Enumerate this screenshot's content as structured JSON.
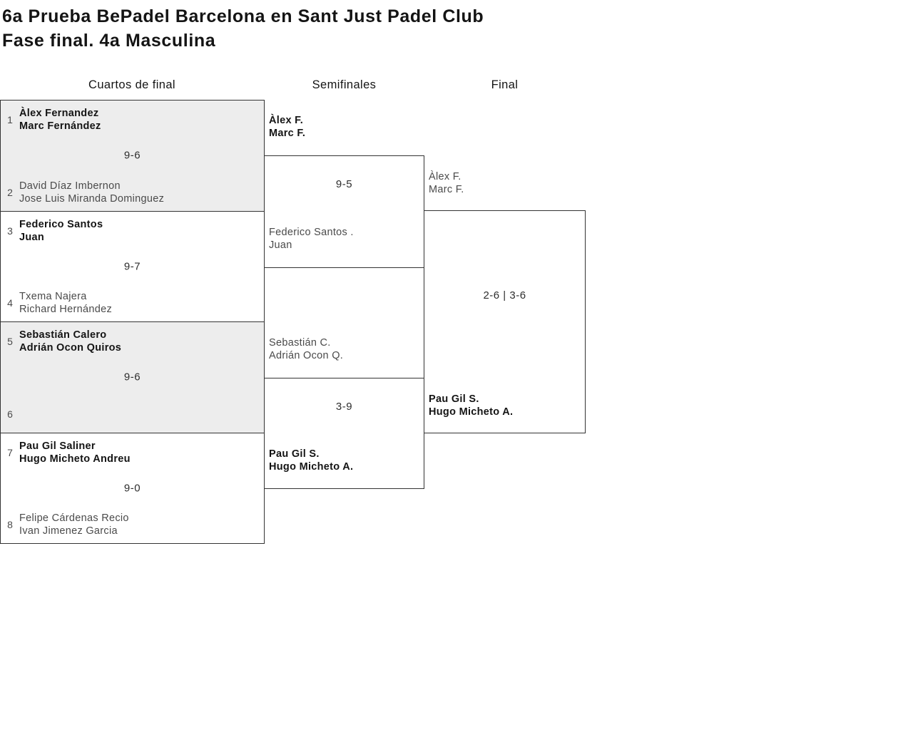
{
  "title": "6a Prueba BePadel Barcelona en Sant Just Padel Club",
  "subtitle": "Fase final. 4a Masculina",
  "rounds": [
    "Cuartos de final",
    "Semifinales",
    "Final"
  ],
  "colors": {
    "shaded_row": "#ededed",
    "border": "#333333",
    "winner_text": "#141414",
    "loser_text": "#4a4a4a"
  },
  "qf": [
    {
      "seed1": "1",
      "p1a": "Àlex Fernandez",
      "p1b": "Marc Fernández",
      "score": "9-6",
      "seed2": "2",
      "p2a": "David Díaz Imbernon",
      "p2b": "Jose Luis Miranda Dominguez"
    },
    {
      "seed1": "3",
      "p1a": "Federico Santos",
      "p1b": "Juan",
      "score": "9-7",
      "seed2": "4",
      "p2a": "Txema Najera",
      "p2b": "Richard Hernández"
    },
    {
      "seed1": "5",
      "p1a": "Sebastián Calero",
      "p1b": "Adrián Ocon Quiros",
      "score": "9-6",
      "seed2": "6",
      "p2a": "",
      "p2b": ""
    },
    {
      "seed1": "7",
      "p1a": "Pau Gil Saliner",
      "p1b": "Hugo Micheto Andreu",
      "score": "9-0",
      "seed2": "8",
      "p2a": "Felipe Cárdenas Recio",
      "p2b": "Ivan Jimenez Garcia"
    }
  ],
  "sf": [
    {
      "p1a": "Àlex F.",
      "p1b": "Marc F.",
      "score": "9-5",
      "p2a": "Federico Santos .",
      "p2b": "Juan"
    },
    {
      "p1a": "Sebastián C.",
      "p1b": "Adrián Ocon Q.",
      "score": "3-9",
      "p2a": "Pau Gil S.",
      "p2b": "Hugo Micheto A."
    }
  ],
  "final": {
    "p1a": "Àlex F.",
    "p1b": "Marc F.",
    "score": "2-6 | 3-6",
    "p2a": "Pau Gil S.",
    "p2b": "Hugo Micheto A."
  }
}
